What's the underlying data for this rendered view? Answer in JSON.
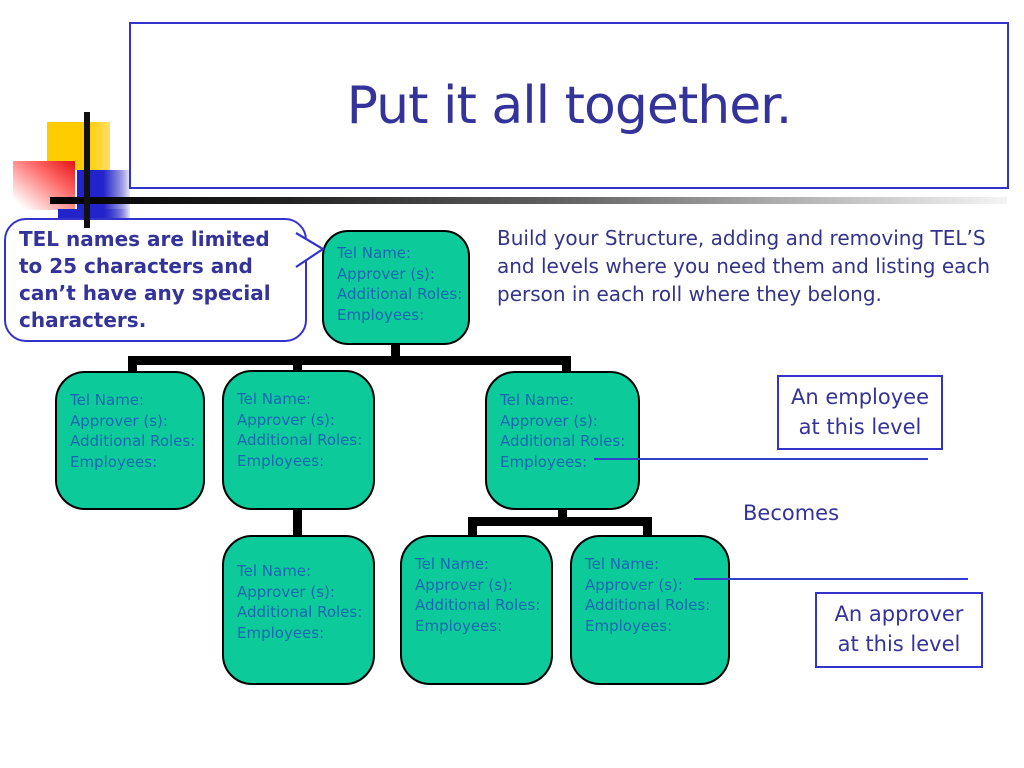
{
  "slide": {
    "title": "Put it all together.",
    "callout": {
      "lines": [
        "TEL names are limited",
        "to 25 characters and",
        "can’t have any special",
        "characters."
      ]
    },
    "body": {
      "lines": [
        "Build your Structure, adding and removing TEL’S",
        "and levels where you need them and listing each",
        "person in each roll where they belong."
      ]
    },
    "node": {
      "lines": [
        "Tel Name:",
        "Approver (s):",
        "Additional Roles:",
        "Employees:"
      ]
    },
    "labels": {
      "employee": {
        "lines": [
          "An employee",
          "at this level"
        ]
      },
      "becomes": "Becomes",
      "approver": {
        "lines": [
          "An approver",
          "at this level"
        ]
      }
    },
    "colors": {
      "node_fill": "#0cca9a",
      "node_text": "#1668b2",
      "heading_text": "#333399",
      "outline_blue": "#3333cc",
      "connector_black": "#000000",
      "decor_yellow": "#ffcc00",
      "decor_blue": "#2323cc",
      "decor_red": "#e52020"
    }
  }
}
